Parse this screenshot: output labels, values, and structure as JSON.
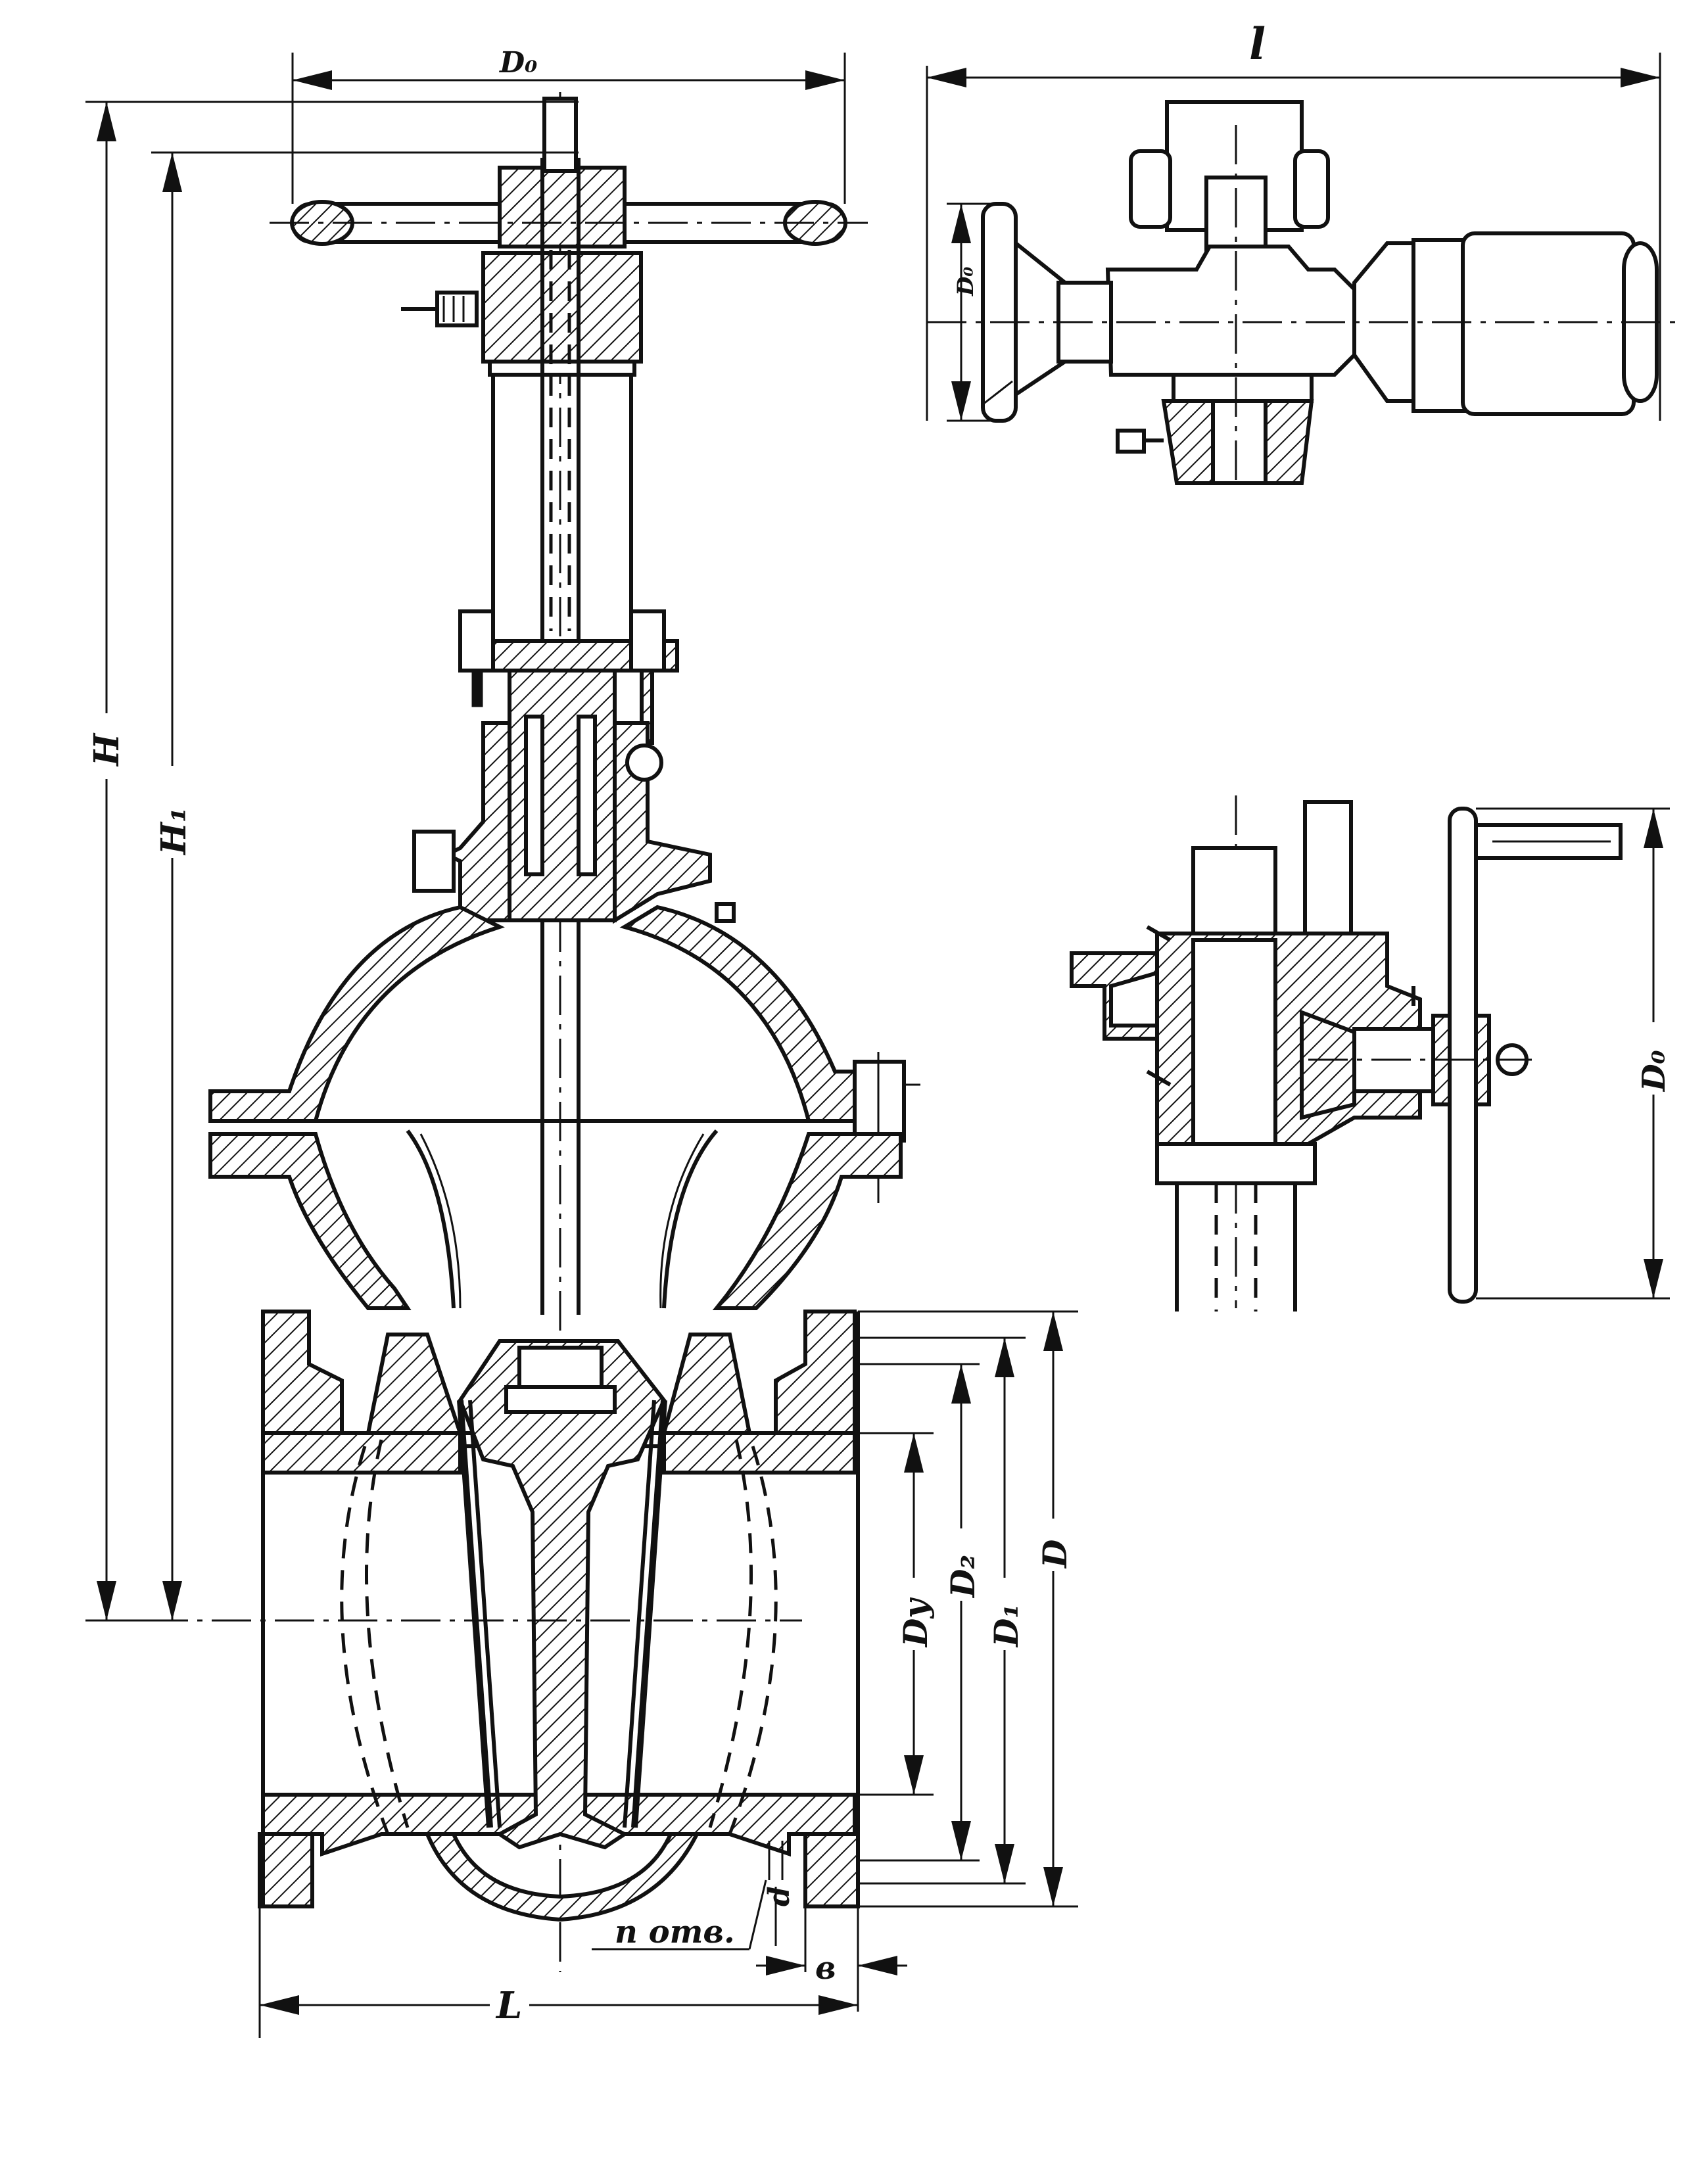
{
  "labels": {
    "D0_top": "D₀",
    "l": "l",
    "H": "H",
    "H1": "H₁",
    "Dy": "Dу",
    "D2": "D₂",
    "D1": "D₁",
    "D": "D",
    "L": "L",
    "b": "в",
    "d": "d",
    "n_holes": "n отв.",
    "D0_drive": "D₀",
    "D0_gear": "D₀"
  }
}
